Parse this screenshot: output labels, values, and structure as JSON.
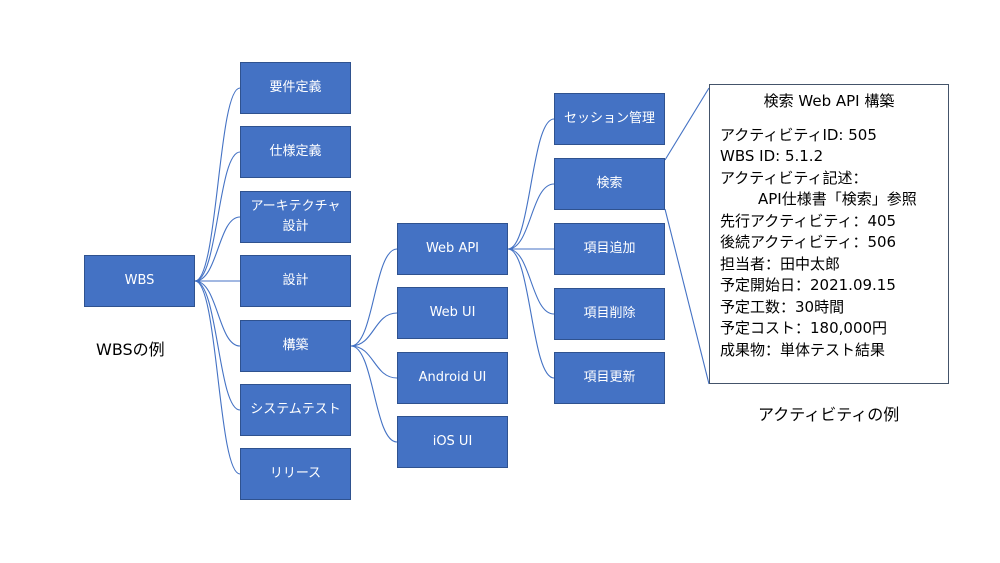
{
  "colors": {
    "node_fill": "#4472c4",
    "node_border": "#2f528f",
    "connector": "#4472c4",
    "box_border": "#44546a"
  },
  "root": {
    "label": "WBS"
  },
  "level1": [
    {
      "label": "要件定義"
    },
    {
      "label": "仕様定義"
    },
    {
      "label_line1": "アーキテクチャ",
      "label_line2": "設計"
    },
    {
      "label": "設計"
    },
    {
      "label": "構築"
    },
    {
      "label": "システムテスト"
    },
    {
      "label": "リリース"
    }
  ],
  "level2": [
    {
      "label": "Web API"
    },
    {
      "label": "Web UI"
    },
    {
      "label": "Android UI"
    },
    {
      "label": "iOS UI"
    }
  ],
  "level3": [
    {
      "label": "セッション管理"
    },
    {
      "label": "検索"
    },
    {
      "label": "項目追加"
    },
    {
      "label": "項目削除"
    },
    {
      "label": "項目更新"
    }
  ],
  "captions": {
    "wbs_example": "WBSの例",
    "activity_example": "アクティビティの例"
  },
  "activity": {
    "title": "検索 Web API 構築",
    "lines": [
      "アクティビティID: 505",
      "WBS ID: 5.1.2",
      "アクティビティ記述：",
      "API仕様書「検索」参照",
      "先行アクティビティ：405",
      "後続アクティビティ：506",
      "担当者：田中太郎",
      "予定開始日：2021.09.15",
      "予定工数：30時間",
      "予定コスト：180,000円",
      "成果物：単体テスト結果"
    ]
  }
}
